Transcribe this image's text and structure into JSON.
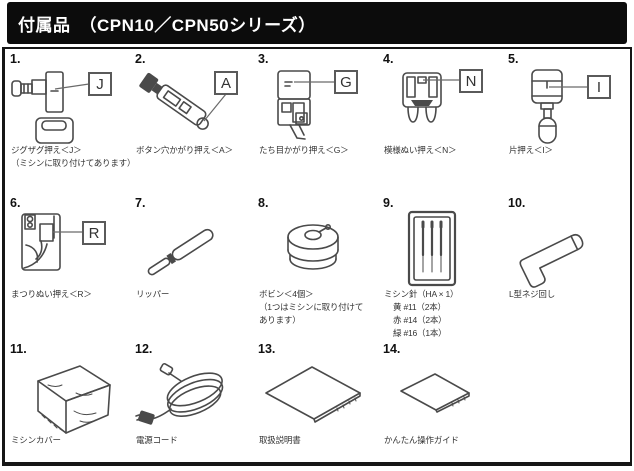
{
  "header": {
    "title": "付属品　（CPN10／CPN50シリーズ）"
  },
  "colors": {
    "header_bg": "#0c0c0c",
    "header_text": "#ffffff",
    "frame_border": "#161616",
    "line_art": "#4a4a4a",
    "label_text": "#333333"
  },
  "items": [
    {
      "number": "1.",
      "tag": "J",
      "lines": [
        "ジグザグ押え＜J＞",
        "（ミシンに取り付けてあります）"
      ]
    },
    {
      "number": "2.",
      "tag": "A",
      "lines": [
        "ボタン穴かがり押え＜A＞"
      ]
    },
    {
      "number": "3.",
      "tag": "G",
      "lines": [
        "たち目かがり押え＜G＞"
      ]
    },
    {
      "number": "4.",
      "tag": "N",
      "lines": [
        "模様ぬい押え＜N＞"
      ]
    },
    {
      "number": "5.",
      "tag": "I",
      "lines": [
        "片押え＜I＞"
      ]
    },
    {
      "number": "6.",
      "tag": "R",
      "lines": [
        "まつりぬい押え＜R＞"
      ]
    },
    {
      "number": "7.",
      "lines": [
        "リッパー"
      ]
    },
    {
      "number": "8.",
      "lines": [
        "ボビン＜4個＞",
        "（1つはミシンに取り付けて",
        "あります）"
      ]
    },
    {
      "number": "9.",
      "lines": [
        "ミシン針（HA × 1）",
        "黄 #11（2本）",
        "赤 #14（2本）",
        "緑 #16（1本）"
      ]
    },
    {
      "number": "10.",
      "lines": [
        "L型ネジ回し"
      ]
    },
    {
      "number": "11.",
      "lines": [
        "ミシンカバー"
      ]
    },
    {
      "number": "12.",
      "lines": [
        "電源コード"
      ]
    },
    {
      "number": "13.",
      "lines": [
        "取扱説明書"
      ]
    },
    {
      "number": "14.",
      "lines": [
        "かんたん操作ガイド"
      ]
    }
  ]
}
